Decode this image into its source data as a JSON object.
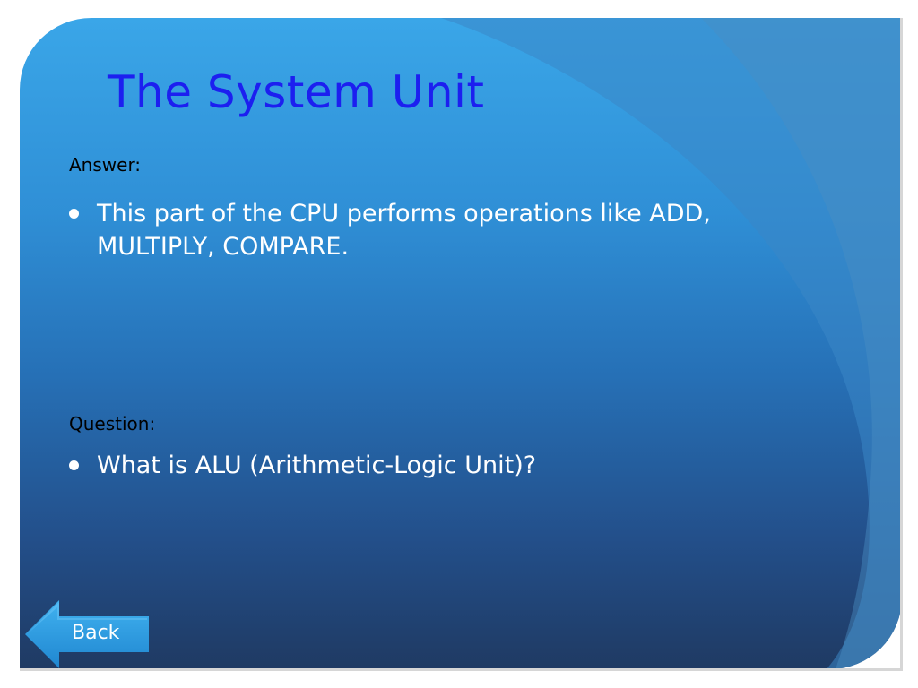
{
  "slide": {
    "title": "The System Unit",
    "answer_label": "Answer:",
    "answer_text": "This part of the CPU performs operations like ADD, MULTIPLY, COMPARE.",
    "question_label": "Question:",
    "question_text": "What is ALU (Arithmetic-Logic Unit)?"
  },
  "navigation": {
    "back_label": "Back",
    "back_icon": "left-arrow-icon"
  },
  "colors": {
    "title": "#1c1ff0",
    "label": "#000000",
    "body_text": "#ffffff",
    "background_top": "#3aa6e8",
    "background_bottom": "#1f3a63",
    "back_button": "#2aa0e6"
  }
}
